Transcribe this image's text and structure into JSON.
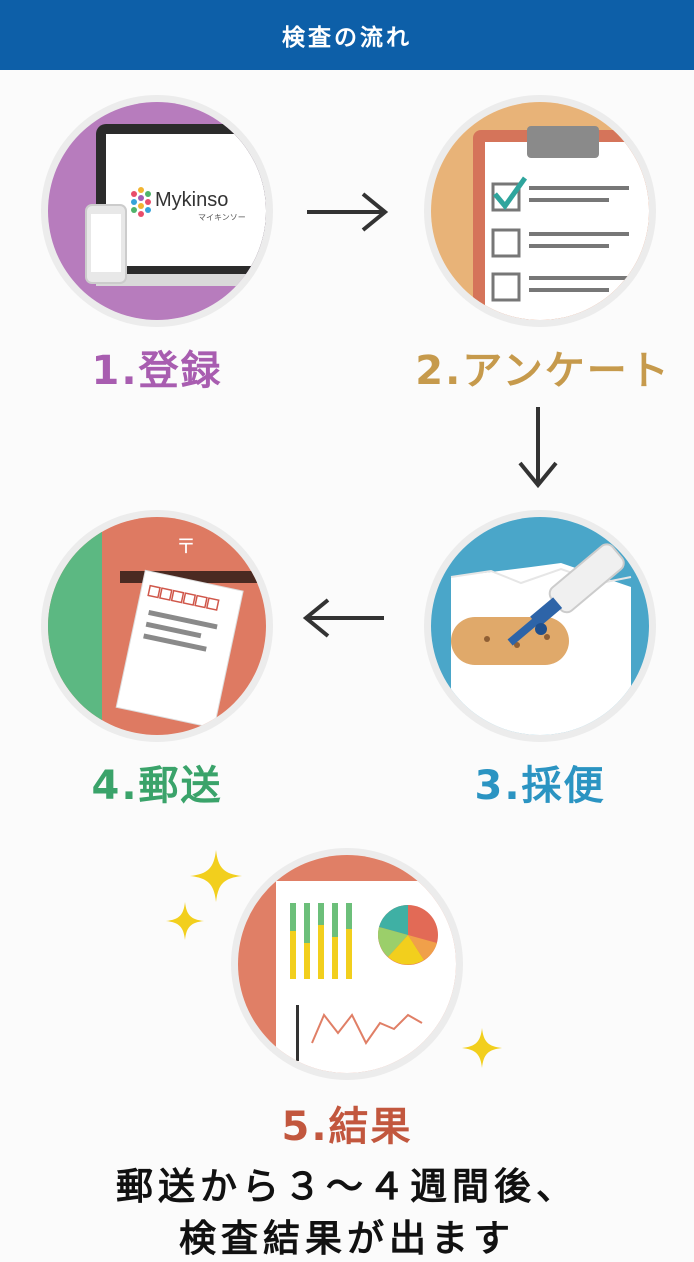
{
  "header": {
    "title": "検査の流れ"
  },
  "steps": [
    {
      "label": "1.登録",
      "color": "#a85db0",
      "icon": "laptop-phone-icon",
      "logo_text": "Mykinso",
      "logo_sub": "マイキンソー"
    },
    {
      "label": "2.アンケート",
      "color": "#c69a4c",
      "icon": "clipboard-checklist-icon"
    },
    {
      "label": "3.採便",
      "color": "#2b94c2",
      "icon": "stool-sampling-icon"
    },
    {
      "label": "4.郵送",
      "color": "#3aa36a",
      "icon": "mailbox-envelope-icon",
      "postal_mark": "〒"
    },
    {
      "label": "5.結果",
      "color": "#c2573e",
      "icon": "result-report-icon"
    }
  ],
  "result_note": {
    "line1": "郵送から３～４週間後、",
    "line2": "検査結果が出ます"
  },
  "colors": {
    "header_bg": "#0d5fa8",
    "arrow": "#333333",
    "sparkle": "#f2cf1d"
  }
}
